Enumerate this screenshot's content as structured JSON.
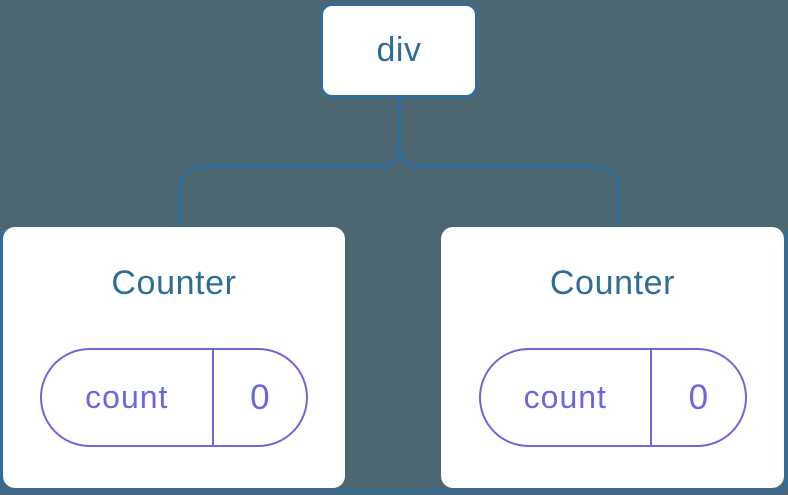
{
  "colors": {
    "background": "#4D6772",
    "node_blue": "#2E6D9D",
    "text_blue": "#2E6E96",
    "state_purple": "#6A68DC",
    "card_white": "#FFFFFF"
  },
  "tree": {
    "root": {
      "label": "div"
    },
    "children": [
      {
        "title": "Counter",
        "state": [
          {
            "key": "count",
            "value": "0"
          }
        ]
      },
      {
        "title": "Counter",
        "state": [
          {
            "key": "count",
            "value": "0"
          }
        ]
      }
    ]
  }
}
